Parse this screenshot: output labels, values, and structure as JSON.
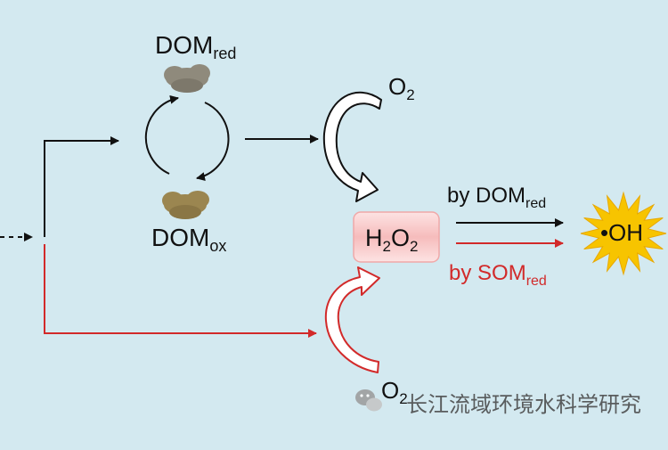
{
  "colors": {
    "background": "#d3e9f0",
    "black_path": "#111111",
    "red_path": "#d22a2a",
    "h2o2_box": "#f7c9c9",
    "star": "#f7c400",
    "cloud_red": "#8f8a7c",
    "cloud_ox": "#9b8650"
  },
  "labels": {
    "dom_red_main": "DOM",
    "dom_red_sub": "red",
    "dom_ox_main": "DOM",
    "dom_ox_sub": "ox",
    "o2_top_main": "O",
    "o2_top_sub": "2",
    "o2_bottom_main": "O",
    "o2_bottom_sub": "2",
    "h2o2_h": "H",
    "h2o2_sub1": "2",
    "h2o2_o": "O",
    "h2o2_sub2": "2",
    "by_dom_main": "by DOM",
    "by_dom_sub": "red",
    "by_som_main": "by SOM",
    "by_som_sub": "red",
    "oh": "•OH"
  },
  "watermark": {
    "text": "长江流域环境水科学研究",
    "icon": "wechat-icon"
  }
}
